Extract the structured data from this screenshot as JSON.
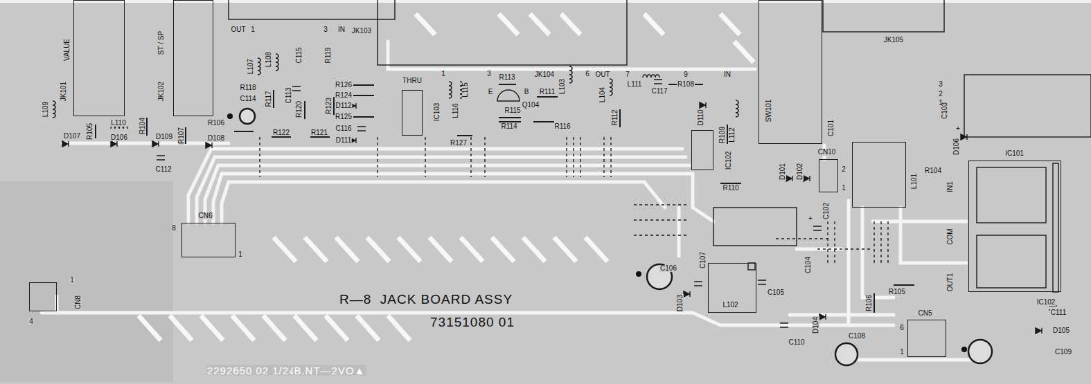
{
  "diagram": {
    "title": "R—8  JACK BOARD ASSY",
    "nodes": [
      {
        "text": [
          "CN6"
        ]
      },
      {
        "text": [
          "CN8"
        ]
      },
      {
        "text": [
          "CN10"
        ]
      },
      {
        "text": [
          "L102"
        ]
      },
      {
        "text": [
          "CN5"
        ]
      },
      {
        "text": [
          "IC101"
        ]
      },
      {
        "text": [
          "IC103"
        ]
      },
      {
        "text": [
          "IC102"
        ]
      },
      {
        "text": [
          "SW101"
        ]
      },
      {
        "text": [
          "L101"
        ]
      },
      {
        "text": [
          "JK101",
          "VALUE"
        ]
      },
      {
        "text": [
          "JK102",
          "ST / SP"
        ]
      }
    ],
    "labels": [
      "L109",
      "D107",
      "R105",
      "L110",
      "D106",
      "R104",
      "D109",
      "R107",
      "C112",
      "R106",
      "D108",
      "OUT",
      "1",
      "L107",
      "L108",
      "C115",
      "R119",
      "3",
      "IN",
      "JK103",
      "R118",
      "C114",
      "R117",
      "C113",
      "R120",
      "R123",
      "R126",
      "R124",
      "D112",
      "R125",
      "C116",
      "D111",
      "R122",
      "R121",
      "THRU",
      "1",
      "L116",
      "L115",
      "R127",
      "3",
      "R113",
      "JK104",
      "E",
      "B",
      "R111",
      "L103",
      "6",
      "OUT",
      "L104",
      "R115",
      "Q104",
      "R114",
      "R116",
      "R112",
      "7",
      "L111",
      "C117",
      "9",
      "R108",
      "IN",
      "D110",
      "R109",
      "L112",
      "R110",
      "C101",
      "D101",
      "D102",
      "2",
      "1",
      "JK105",
      "3",
      "2",
      "1",
      "C103",
      "+",
      "D106",
      "R104",
      "IN1",
      "COM",
      "OUT1",
      "C102",
      "+",
      "C106",
      "C107",
      "C104",
      "C105",
      "D103",
      "R105",
      "R106",
      "IC102",
      "C111",
      "D104",
      "C110",
      "C108",
      "6",
      "1",
      "D105",
      "C109",
      "8",
      "1",
      "1",
      "4",
      "73151080 01",
      "NB.NT—2VO▲",
      "2292650 02 1/2"
    ]
  }
}
